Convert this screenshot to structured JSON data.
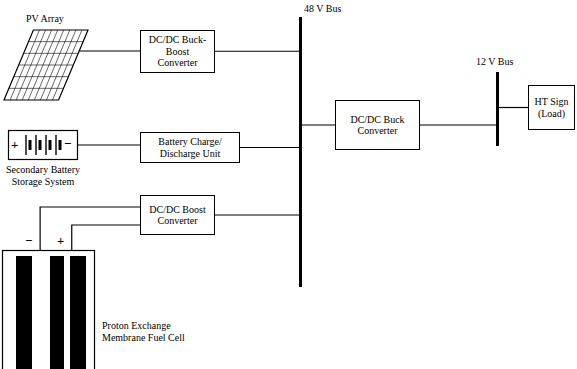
{
  "diagram": {
    "nodes": [
      {
        "text": [
          "PV Array"
        ]
      },
      {
        "text": [
          "DC/DC Buck-Boost Converter"
        ]
      },
      {
        "text": [
          "48 V Bus"
        ]
      },
      {
        "text": [
          "Secondary Battery Storage System"
        ]
      },
      {
        "text": [
          "Battery Charge/ Discharge Unit"
        ]
      },
      {
        "text": [
          "DC/DC Buck Converter"
        ]
      },
      {
        "text": [
          "12 V Bus"
        ]
      },
      {
        "text": [
          "HT Sign (Load)"
        ]
      },
      {
        "text": [
          "DC/DC Boost Converter"
        ]
      },
      {
        "text": [
          "Proton Exchange Membrane Fuel Cell"
        ]
      }
    ],
    "edges": [
      {
        "from": 0,
        "to": 1,
        "arrow": "none"
      },
      {
        "from": 1,
        "to": 2,
        "arrow": "none"
      },
      {
        "from": 3,
        "to": 4,
        "arrow": "none"
      },
      {
        "from": 4,
        "to": 2,
        "arrow": "none"
      },
      {
        "from": 2,
        "to": 5,
        "arrow": "none"
      },
      {
        "from": 5,
        "to": 6,
        "arrow": "none"
      },
      {
        "from": 6,
        "to": 7,
        "arrow": "none"
      },
      {
        "from": 9,
        "to": 8,
        "arrow": "none"
      },
      {
        "from": 9,
        "to": 8,
        "arrow": "none"
      },
      {
        "from": 8,
        "to": 2,
        "arrow": "none"
      }
    ],
    "labels": [
      "+",
      "−",
      "−",
      "+"
    ]
  }
}
